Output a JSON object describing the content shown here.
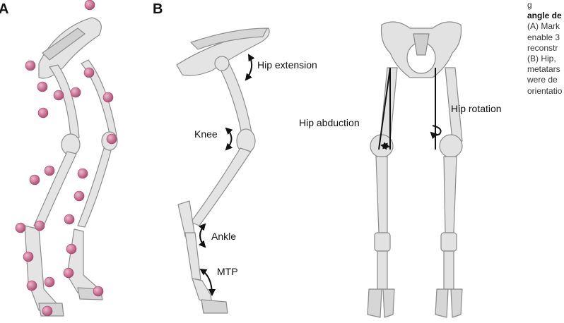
{
  "panels": {
    "a": "A",
    "b": "B"
  },
  "labels": {
    "hip_extension": "Hip extension",
    "knee": "Knee",
    "ankle": "Ankle",
    "mtp": "MTP",
    "hip_abduction": "Hip abduction",
    "hip_rotation": "Hip rotation"
  },
  "caption": {
    "lines": [
      "g",
      "angle de",
      "(A) Mark",
      "enable 3",
      "reconstr",
      "(B) Hip,",
      "metatars",
      "were de",
      "orientatio"
    ]
  },
  "colors": {
    "marker": "#c86a8e",
    "bone": "#e2e2e2",
    "bone_stroke": "#8a8a8a",
    "arrow": "#111111"
  }
}
